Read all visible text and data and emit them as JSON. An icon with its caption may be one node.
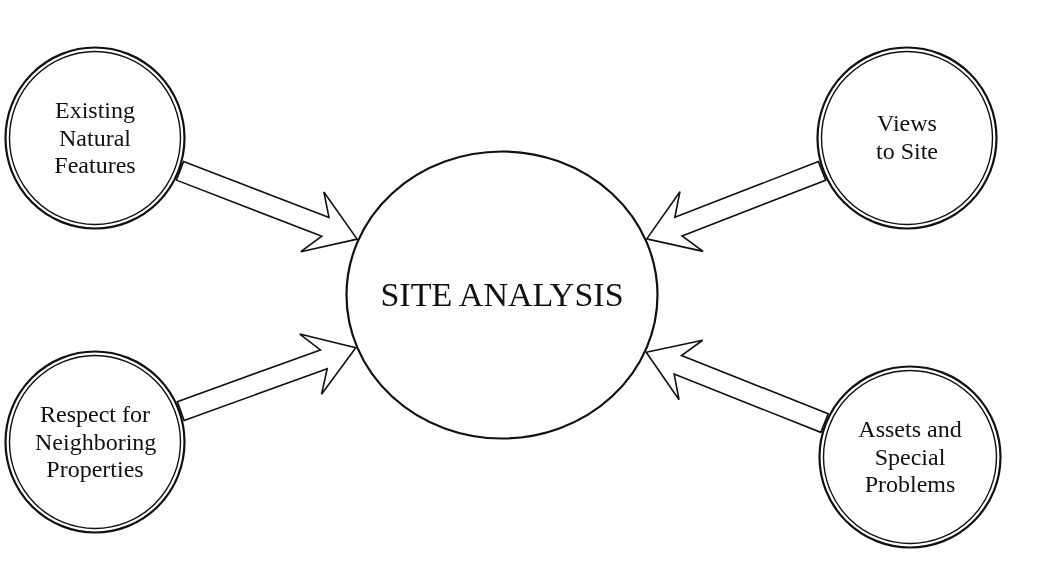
{
  "diagram": {
    "nodes": [
      {
        "text": [
          "Existing Natural Features"
        ]
      },
      {
        "text": [
          "Views to Site"
        ]
      },
      {
        "text": [
          "SITE ANALYSIS"
        ]
      },
      {
        "text": [
          "Respect for Neighboring Properties"
        ]
      },
      {
        "text": [
          "Assets and Special Problems"
        ]
      }
    ],
    "edges": [
      {
        "from": 0,
        "to": 2,
        "arrow": "to"
      },
      {
        "from": 1,
        "to": 2,
        "arrow": "to"
      },
      {
        "from": 3,
        "to": 2,
        "arrow": "to"
      },
      {
        "from": 4,
        "to": 2,
        "arrow": "to"
      }
    ]
  }
}
